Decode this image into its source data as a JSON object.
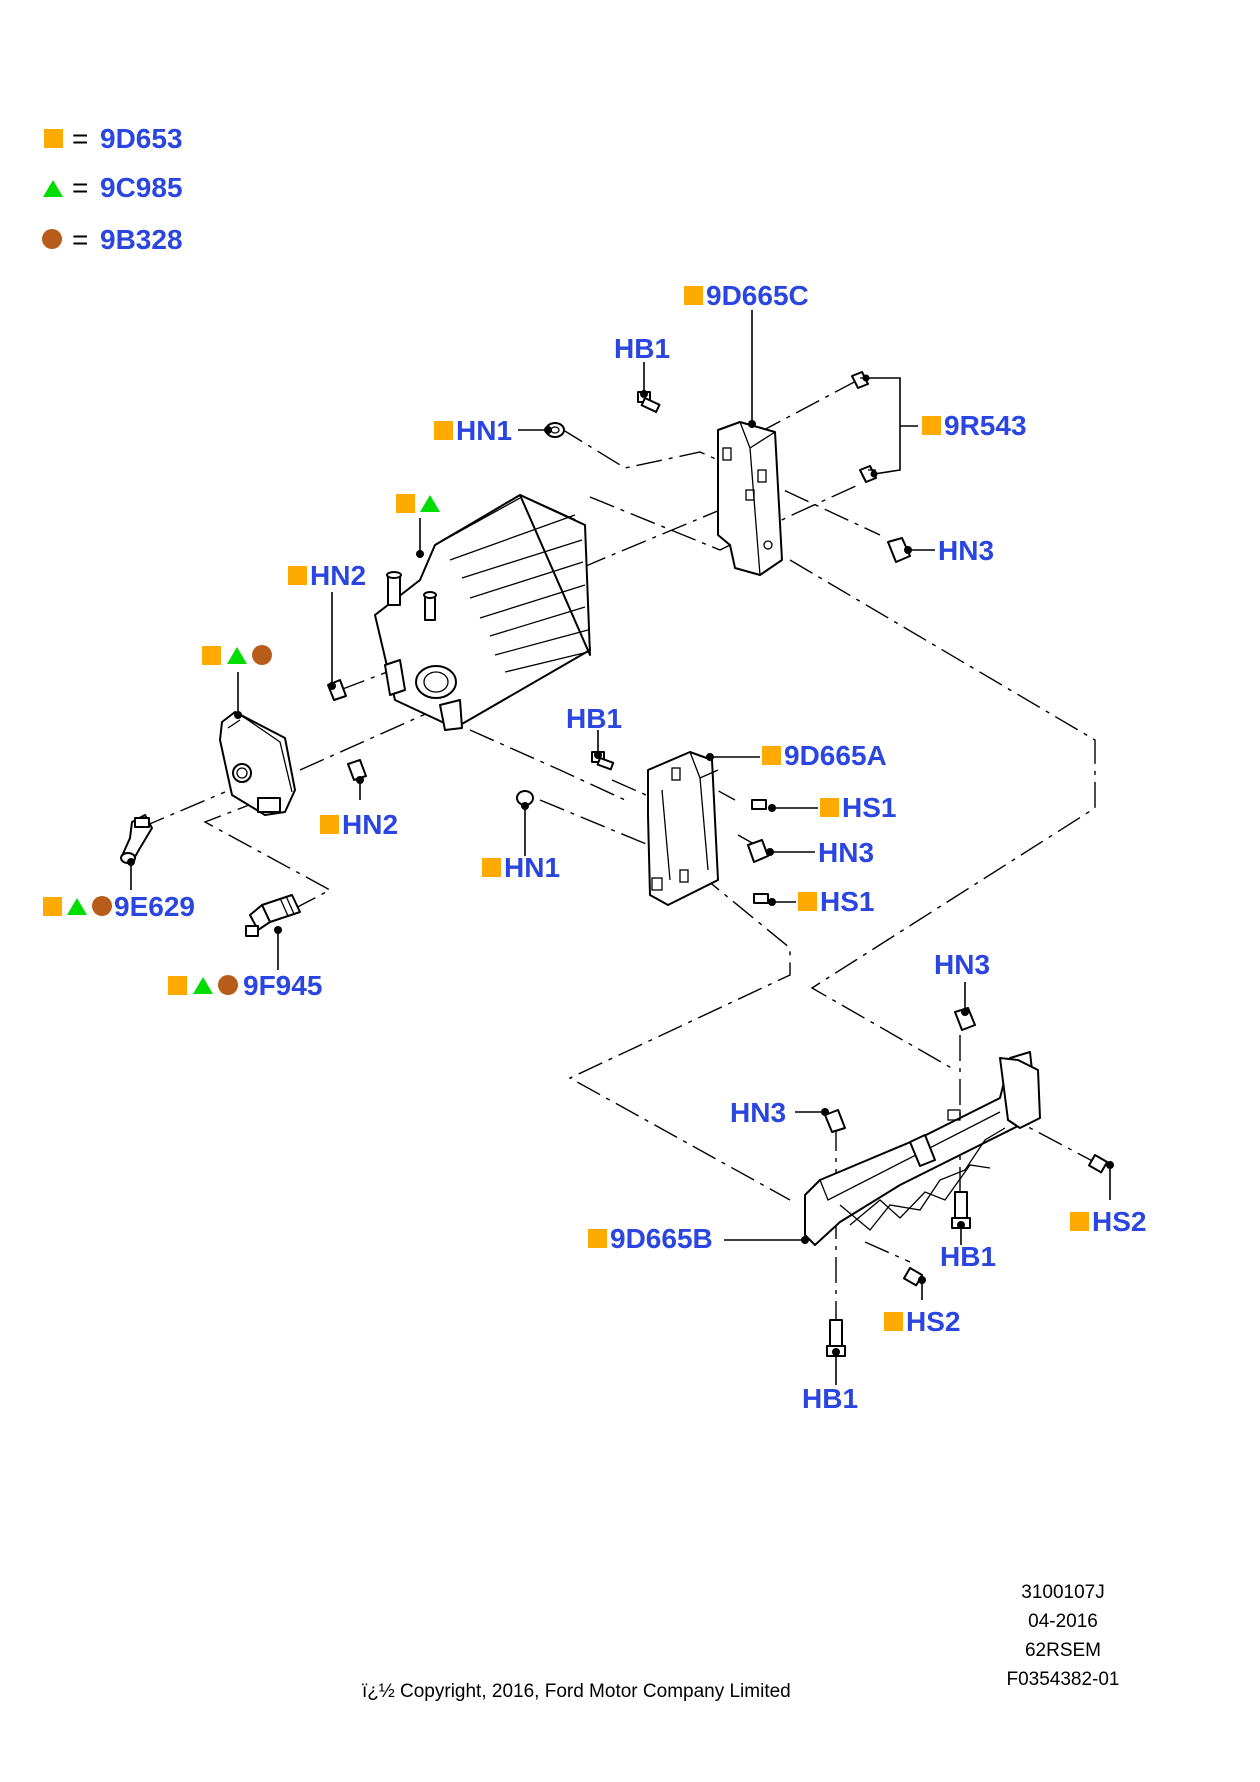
{
  "legend": [
    {
      "symbol": "square",
      "code": "9D653"
    },
    {
      "symbol": "triangle",
      "code": "9C985"
    },
    {
      "symbol": "circle",
      "code": "9B328"
    }
  ],
  "legend_equals": "=",
  "colors": {
    "square": "#ffaa00",
    "triangle": "#00dd00",
    "circle": "#b85c1c",
    "label": "#2b45e0"
  },
  "callouts": {
    "c9d665c": "9D665C",
    "hb1_top": "HB1",
    "hn1_top": "HN1",
    "c9r543": "9R543",
    "hn3_top": "HN3",
    "hn2_top": "HN2",
    "hb1_mid": "HB1",
    "c9d665a": "9D665A",
    "hs1_top": "HS1",
    "hn3_mid": "HN3",
    "hs1_bot": "HS1",
    "hn2_bot": "HN2",
    "hn1_mid": "HN1",
    "c9e629": "9E629",
    "c9f945": "9F945",
    "hn3_right": "HN3",
    "hn3_low": "HN3",
    "hs2_right": "HS2",
    "hb1_right": "HB1",
    "c9d665b": "9D665B",
    "hs2_low": "HS2",
    "hb1_bottom": "HB1"
  },
  "footer": {
    "ref1": "3100107J",
    "ref2": "04-2016",
    "ref3": "62RSEM",
    "ref4": "F0354382-01",
    "copyright": "ï¿½ Copyright, 2016, Ford Motor Company Limited"
  }
}
